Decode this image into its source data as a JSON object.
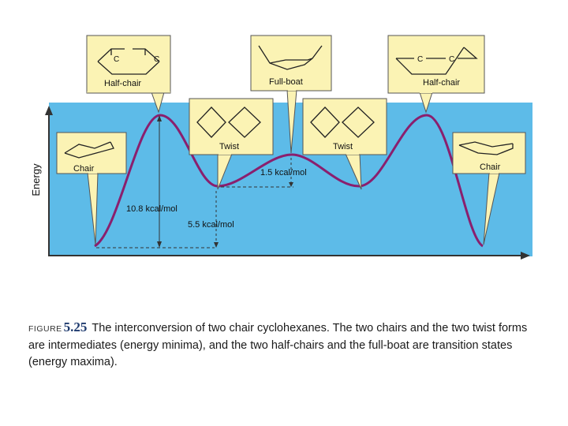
{
  "axis": {
    "y_label": "Energy"
  },
  "callouts": {
    "half_chair_left": "Half-chair",
    "full_boat": "Full-boat",
    "half_chair_right": "Half-chair",
    "twist_left": "Twist",
    "twist_right": "Twist",
    "chair_left": "Chair",
    "chair_right": "Chair"
  },
  "atom_label": "C",
  "energies": {
    "half_chair": "10.8 kcal/mol",
    "twist": "5.5 kcal/mol",
    "boat_over_twist": "1.5 kcal/mol"
  },
  "caption": {
    "figure_word": "FIGURE",
    "figure_number": "5.25",
    "text": "The interconversion of two chair cyclohexanes. The two chairs and the two twist forms are intermediates (energy minima), and the two half-chairs and the full-boat are transition states (energy maxima)."
  },
  "colors": {
    "panel": "#5dbbe8",
    "curve": "#8a1f6e",
    "callout": "#fbf3b4",
    "arrow": "#555555"
  }
}
